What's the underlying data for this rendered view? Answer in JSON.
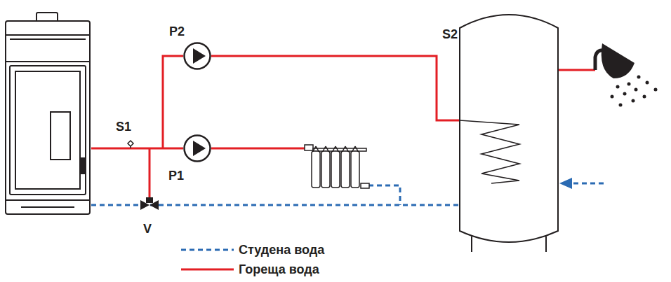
{
  "diagram": {
    "nodes": [
      {
        "text": [
          "P2"
        ]
      },
      {
        "text": [
          "P1"
        ]
      }
    ],
    "labels": [
      "S2",
      "S1",
      "V"
    ],
    "legend": [
      {
        "text": "Студена вода"
      },
      {
        "text": "Гореща вода"
      }
    ]
  }
}
